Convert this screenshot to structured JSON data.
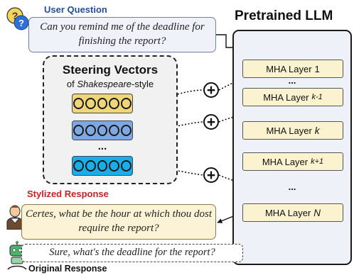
{
  "user_question": {
    "label": "User Question",
    "text": "Can you remind me of the deadline for finishing the report?"
  },
  "llm": {
    "title": "Pretrained LLM",
    "layers": [
      {
        "label": "MHA Layer",
        "index": "1"
      },
      {
        "label": "MHA Layer",
        "index": "k-1"
      },
      {
        "label": "MHA Layer",
        "index": "k"
      },
      {
        "label": "MHA Layer",
        "index": "k+1"
      },
      {
        "label": "MHA Layer",
        "index": "N"
      }
    ],
    "ellipsis": "..."
  },
  "steering": {
    "title": "Steering Vectors",
    "subtitle_prefix": "of ",
    "subtitle_style": "Shakespeare",
    "subtitle_suffix": "-style",
    "ellipsis": "...",
    "vector_colors": [
      "#f0d67a",
      "#7ea8df",
      "#19aee7"
    ]
  },
  "plus_symbol": "+",
  "stylized_response": {
    "label": "Stylized Response",
    "text": "Certes, what be the hour at which thou dost require the report?"
  },
  "original_response": {
    "label": "Original Response",
    "text": "Sure, what's the deadline for the report?"
  },
  "icons": {
    "user": "user-question-icon",
    "shakespeare": "shakespeare-icon",
    "robot": "robot-icon"
  },
  "colors": {
    "user_label": "#1f4e9e",
    "stylized_label": "#cc1f1f",
    "layer_fill": "#fbf2cf",
    "panel_fill": "#eef1f7"
  }
}
